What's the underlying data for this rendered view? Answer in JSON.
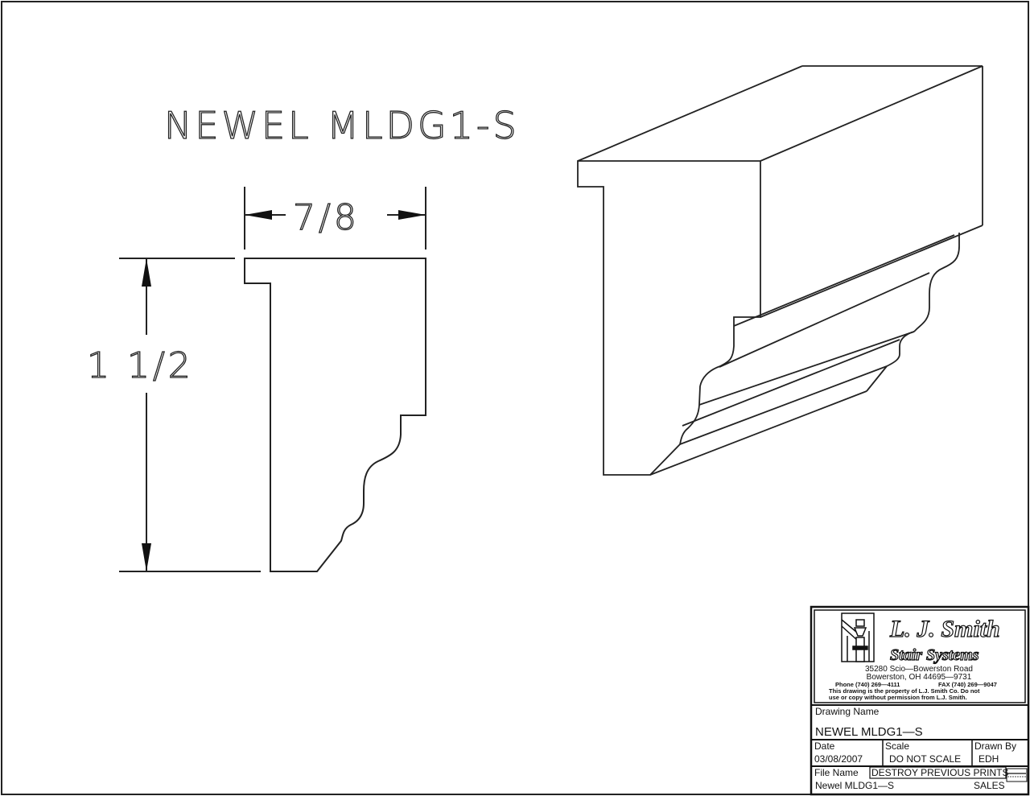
{
  "drawing": {
    "title": "NEWEL MLDG1-S",
    "dimensions": {
      "width_label": "7/8",
      "height_label": "1 1/2"
    },
    "views": [
      "profile-section",
      "isometric-view"
    ]
  },
  "title_block": {
    "company": {
      "name_line1": "L. J. Smith",
      "name_line2": "Stair Systems",
      "address_line1": "35280 Scio—Bowerston Road",
      "address_line2": "Bowerston, OH 44695—9731",
      "phone": "Phone (740) 269—4111",
      "fax": "FAX (740) 269—9047",
      "notice_line1": "This drawing is the property of L.J. Smith Co. Do not",
      "notice_line2": "use or copy without permission from L.J. Smith."
    },
    "drawing_name_label": "Drawing Name",
    "drawing_name_value": "NEWEL MLDG1—S",
    "date_label": "Date",
    "date_value": "03/08/2007",
    "scale_label": "Scale",
    "scale_value": "DO NOT SCALE",
    "drawn_by_label": "Drawn By",
    "drawn_by_value": "EDH",
    "file_name_label": "File Name",
    "file_name_value": "Newel MLDG1—S",
    "stamp_text": "DESTROY PREVIOUS PRINTS",
    "department": "SALES"
  }
}
